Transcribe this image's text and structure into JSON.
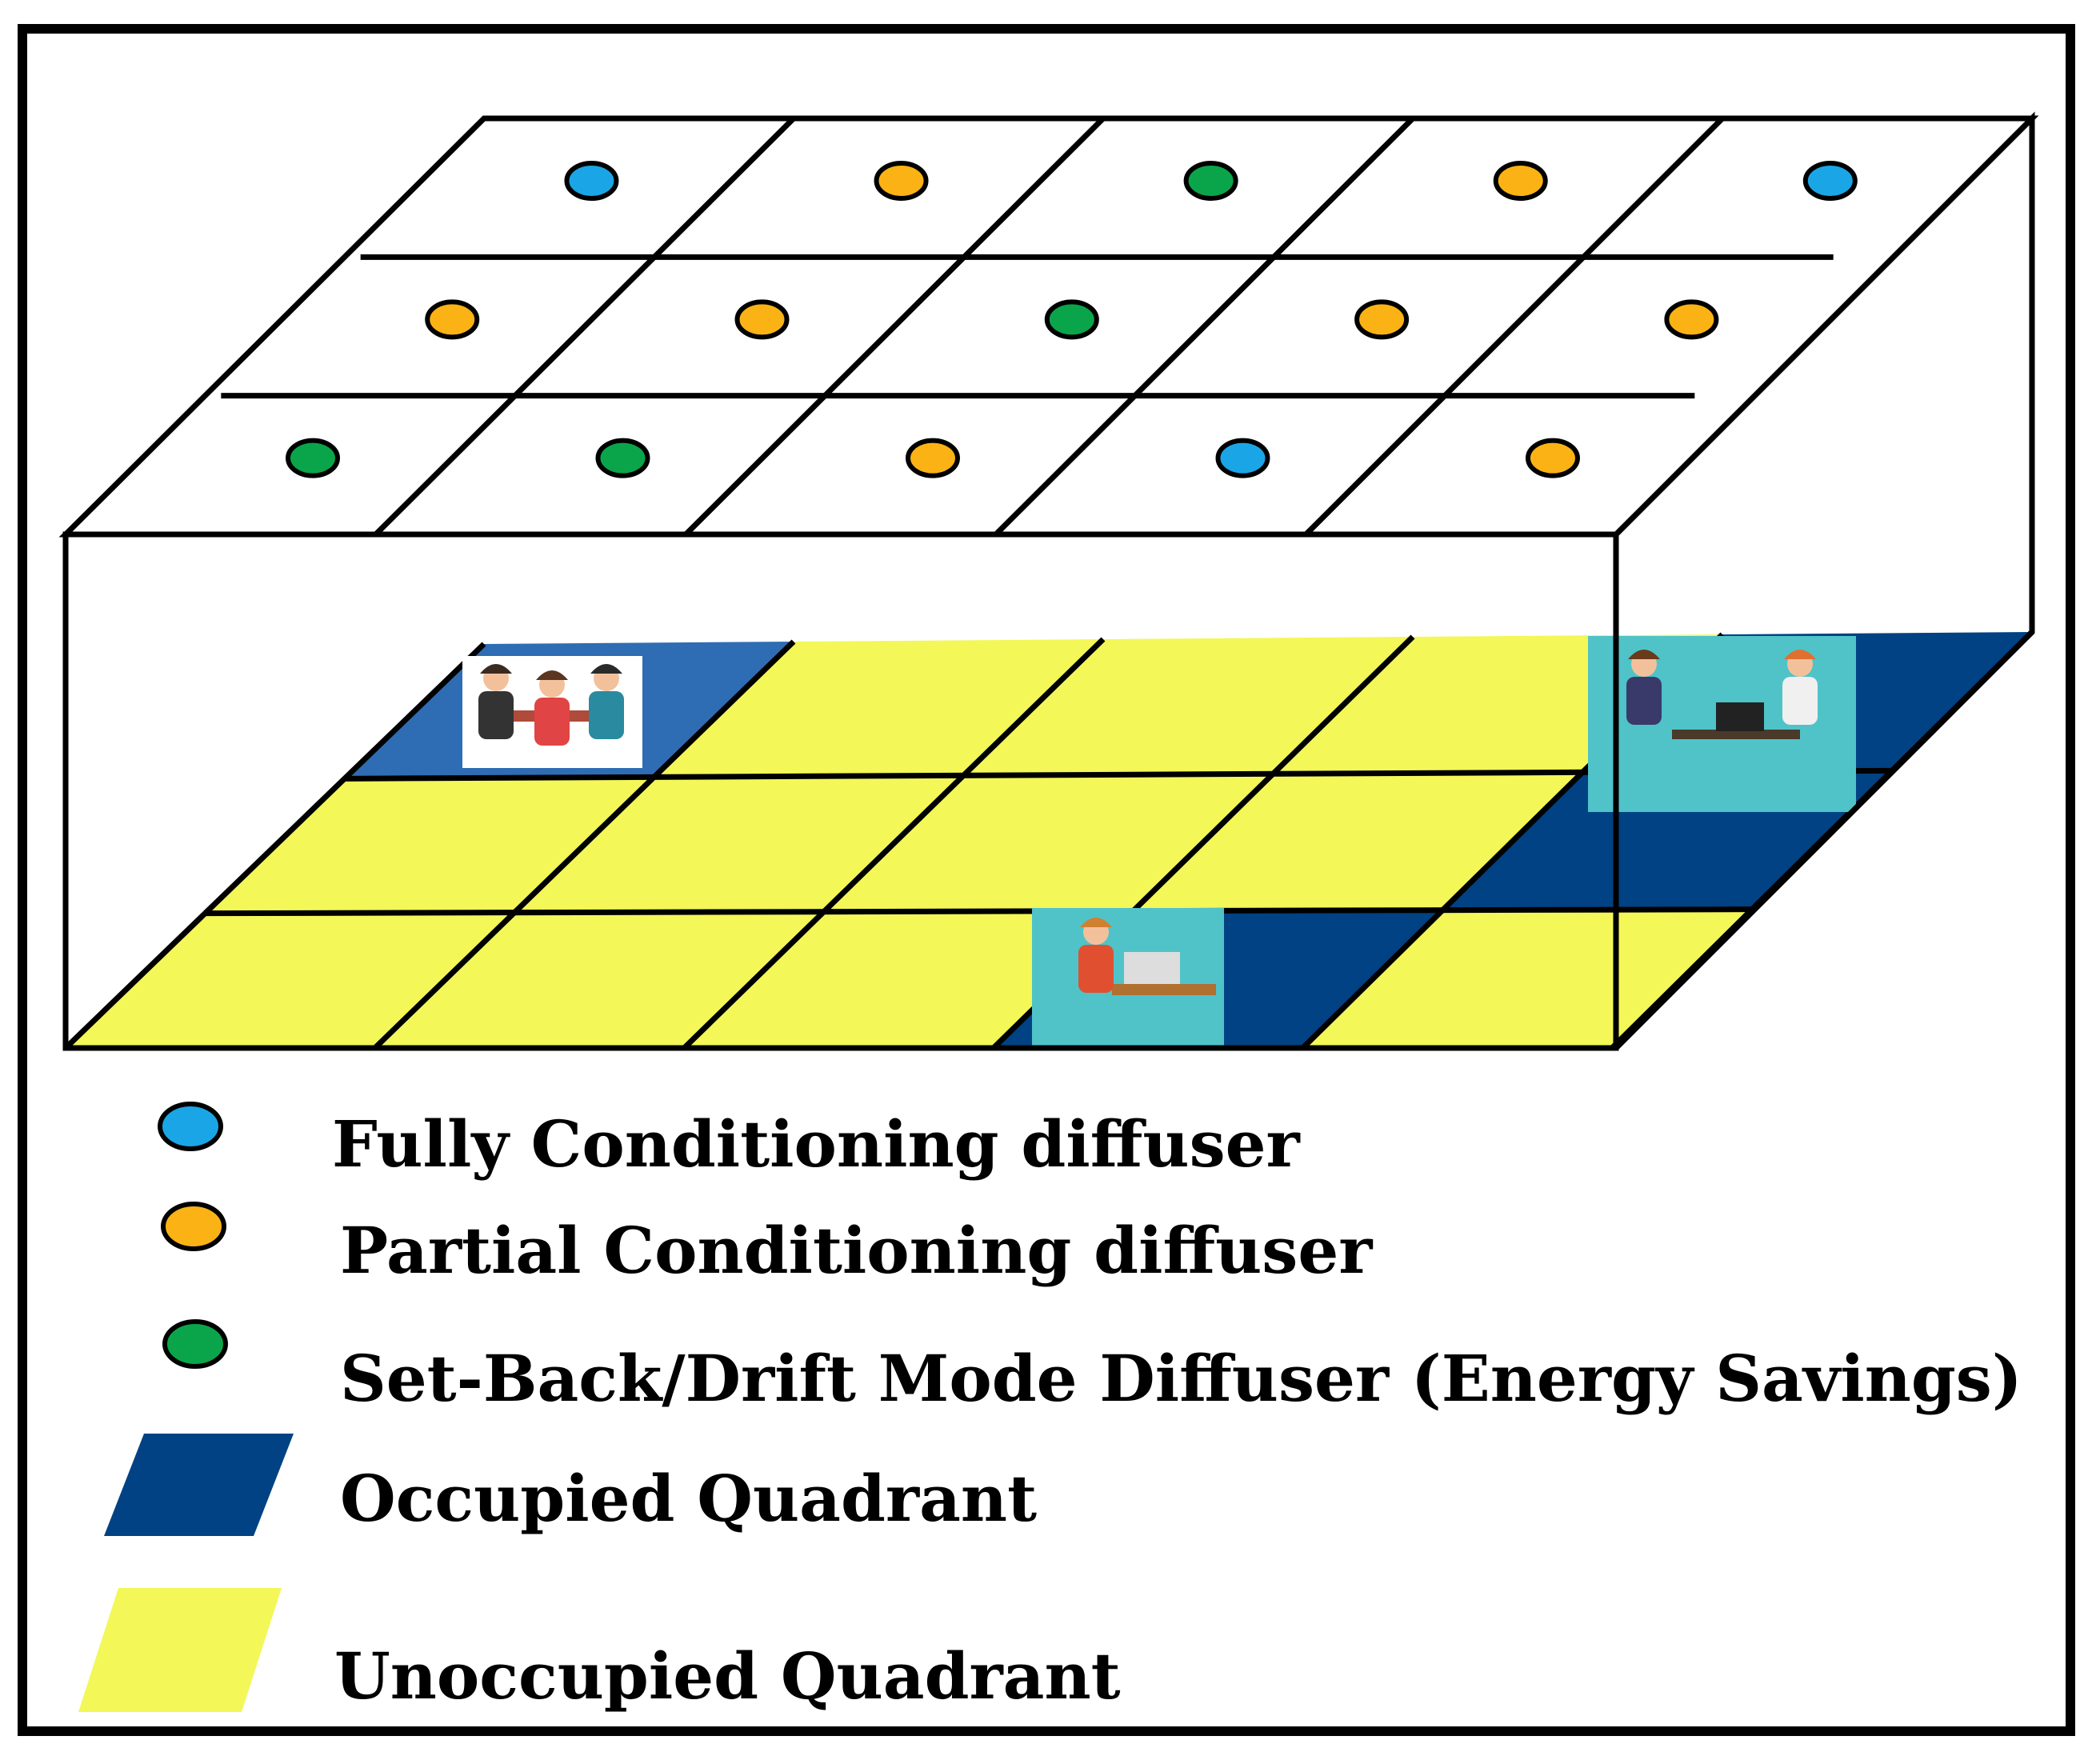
{
  "colors": {
    "fully": "#1aa6e6",
    "partial": "#fbb215",
    "setback": "#0aa54a",
    "occupied": "#004283",
    "occupied_light": "#2e6db3",
    "unoccupied": "#f3f758",
    "people_bg": "#4fc3c8"
  },
  "diffuser_modes": [
    [
      "fully",
      "partial",
      "setback",
      "partial",
      "fully"
    ],
    [
      "partial",
      "partial",
      "setback",
      "partial",
      "partial"
    ],
    [
      "setback",
      "setback",
      "partial",
      "fully",
      "partial"
    ]
  ],
  "floor_quadrants": [
    [
      "occupied",
      "unoccupied",
      "unoccupied",
      "unoccupied",
      "occupied"
    ],
    [
      "unoccupied",
      "unoccupied",
      "unoccupied",
      "unoccupied",
      "occupied"
    ],
    [
      "unoccupied",
      "unoccupied",
      "unoccupied",
      "occupied",
      "unoccupied"
    ]
  ],
  "legend": {
    "fully": "Fully Conditioning diffuser",
    "partial": "Partial Conditioning diffuser",
    "setback": "Set-Back/Drift Mode Diffuser (Energy Savings)",
    "occupied": "Occupied Quadrant",
    "unoccupied": "Unoccupied Quadrant"
  },
  "icons": [
    "meeting-people-icon",
    "two-women-laptop-icon",
    "person-at-desk-icon"
  ]
}
